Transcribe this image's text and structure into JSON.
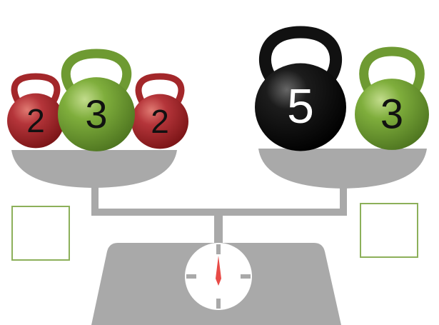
{
  "colors": {
    "scale_gray": "#a9a9a9",
    "dial_face": "#ffffff",
    "needle": "#e84b47",
    "box_border": "#8cb05a",
    "red_kettlebell": "#a3272a",
    "green_kettlebell": "#6e9a32",
    "black_kettlebell": "#111111"
  },
  "left_pan": {
    "kettlebells": [
      {
        "label": "2",
        "color": "red"
      },
      {
        "label": "3",
        "color": "green"
      },
      {
        "label": "2",
        "color": "red"
      }
    ]
  },
  "right_pan": {
    "kettlebells": [
      {
        "label": "5",
        "color": "black"
      },
      {
        "label": "3",
        "color": "green"
      }
    ]
  },
  "answer_boxes": {
    "left_value": "",
    "right_value": ""
  }
}
